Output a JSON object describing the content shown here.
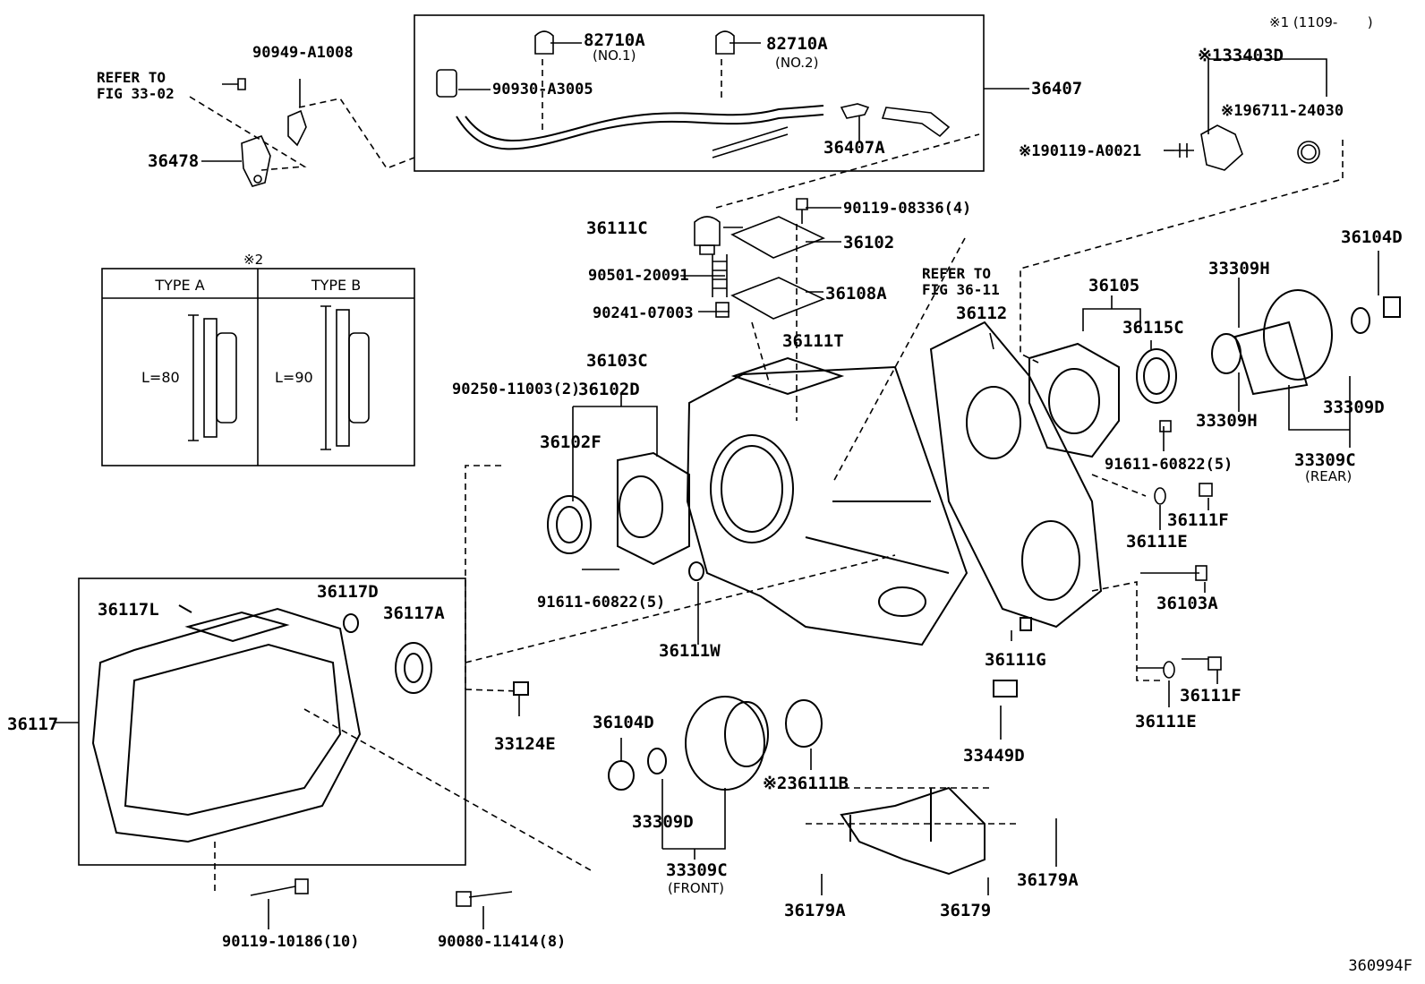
{
  "top_note": "※1 (1109-       )",
  "figure_id": "360994F",
  "refer_33": [
    "REFER TO",
    "FIG 33-02"
  ],
  "refer_36": [
    "REFER TO",
    "FIG 36-11"
  ],
  "table": {
    "mark": "※2",
    "type_a": "TYPE A",
    "type_b": "TYPE B",
    "len_a": "L=80",
    "len_b": "L=90"
  },
  "sub_labels": {
    "no1": "(NO.1)",
    "no2": "(NO.2)",
    "rear": "(REAR)",
    "front": "(FRONT)"
  },
  "parts": [
    "90949-A1008",
    "36478",
    "82710A",
    "82710A",
    "90930-A3005",
    "36407",
    "36407A",
    "※133403D",
    "※196711-24030",
    "※190119-A0021",
    "36111C",
    "90119-08336(4)",
    "36102",
    "90501-20091",
    "36108A",
    "90241-07003",
    "36111T",
    "36103C",
    "90250-11003(2)",
    "36102D",
    "36102F",
    "91611-60822(5)",
    "36111W",
    "36105",
    "36112",
    "36115C",
    "91611-60822(5)",
    "36104D",
    "33309H",
    "33309H",
    "33309D",
    "33309C",
    "36111F",
    "36111E",
    "36103A",
    "36111G",
    "36111F",
    "36111E",
    "36117L",
    "36117D",
    "36117A",
    "36117",
    "33124E",
    "36104D",
    "33309D",
    "33309C",
    "※236111B",
    "33449D",
    "36179A",
    "36179A",
    "36179",
    "90119-10186(10)",
    "90080-11414(8)"
  ]
}
